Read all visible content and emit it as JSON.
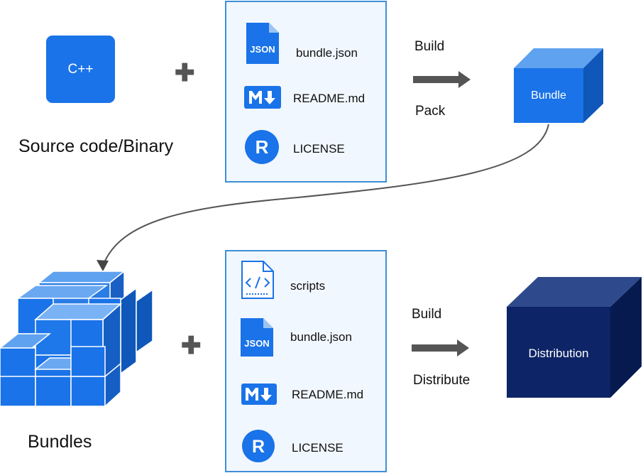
{
  "source": {
    "chip_label": "C++",
    "caption": "Source code/Binary"
  },
  "top_panel": {
    "files": [
      {
        "label": "bundle.json",
        "icon": "json-file-icon"
      },
      {
        "label": "README.md",
        "icon": "markdown-icon"
      },
      {
        "label": "LICENSE",
        "icon": "license-r-icon"
      }
    ]
  },
  "top_arrow": {
    "above": "Build",
    "below": "Pack"
  },
  "bundle_cube": {
    "label": "Bundle"
  },
  "bundles": {
    "caption": "Bundles"
  },
  "bottom_panel": {
    "files": [
      {
        "label": "scripts",
        "icon": "code-script-icon"
      },
      {
        "label": "bundle.json",
        "icon": "json-file-icon"
      },
      {
        "label": "README.md",
        "icon": "markdown-icon"
      },
      {
        "label": "LICENSE",
        "icon": "license-r-icon"
      }
    ]
  },
  "bottom_arrow": {
    "above": "Build",
    "below": "Distribute"
  },
  "distribution_cube": {
    "label": "Distribution"
  },
  "icon_glyphs": {
    "json": "JSON",
    "license": "R"
  },
  "colors": {
    "primary_blue": "#1a73e8",
    "panel_border": "#3d8fd6",
    "panel_fill": "#f1f7fe",
    "navy": "#0d2466",
    "arrow_gray": "#555555"
  }
}
